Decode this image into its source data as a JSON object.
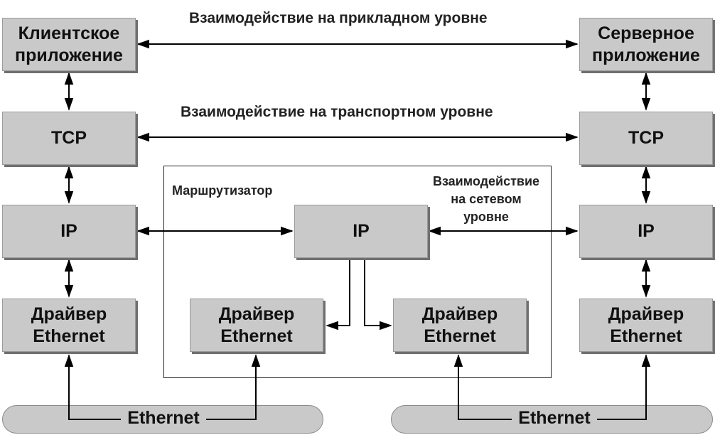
{
  "labels": {
    "app_interaction": "Взаимодействие на прикладном уровне",
    "transport_interaction": "Взаимодействие на транспортном уровне",
    "router": "Маршрутизатор",
    "net_interaction_line1": "Взаимодействие",
    "net_interaction_line2": "на сетевом",
    "net_interaction_line3": "уровне"
  },
  "client": {
    "app_line1": "Клиентское",
    "app_line2": "приложение",
    "tcp": "TCP",
    "ip": "IP",
    "driver_line1": "Драйвер",
    "driver_line2": "Ethernet"
  },
  "server": {
    "app_line1": "Серверное",
    "app_line2": "приложение",
    "tcp": "TCP",
    "ip": "IP",
    "driver_line1": "Драйвер",
    "driver_line2": "Ethernet"
  },
  "router": {
    "ip": "IP",
    "driver_left_line1": "Драйвер",
    "driver_left_line2": "Ethernet",
    "driver_right_line1": "Драйвер",
    "driver_right_line2": "Ethernet"
  },
  "networks": {
    "left": "Ethernet",
    "right": "Ethernet"
  }
}
